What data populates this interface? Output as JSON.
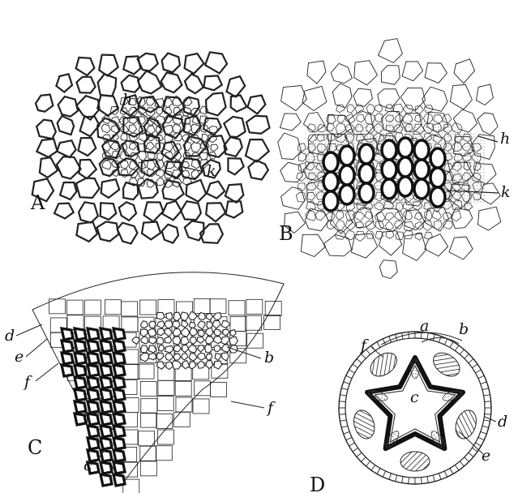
{
  "colors": {
    "ink": "#222222",
    "paper": "#ffffff",
    "stipple": "#9a9a9a",
    "dark_tissue": "#2a2a2a"
  },
  "panels": {
    "A": {
      "letter": "A",
      "labels": [
        "h",
        "k"
      ]
    },
    "B": {
      "letter": "B",
      "labels": [
        "h",
        "k"
      ]
    },
    "C": {
      "letter": "C",
      "labels": [
        "d",
        "e",
        "f",
        "b",
        "f",
        "c"
      ]
    },
    "D": {
      "letter": "D",
      "labels": [
        "a",
        "b",
        "f",
        "c",
        "d",
        "e"
      ]
    }
  }
}
